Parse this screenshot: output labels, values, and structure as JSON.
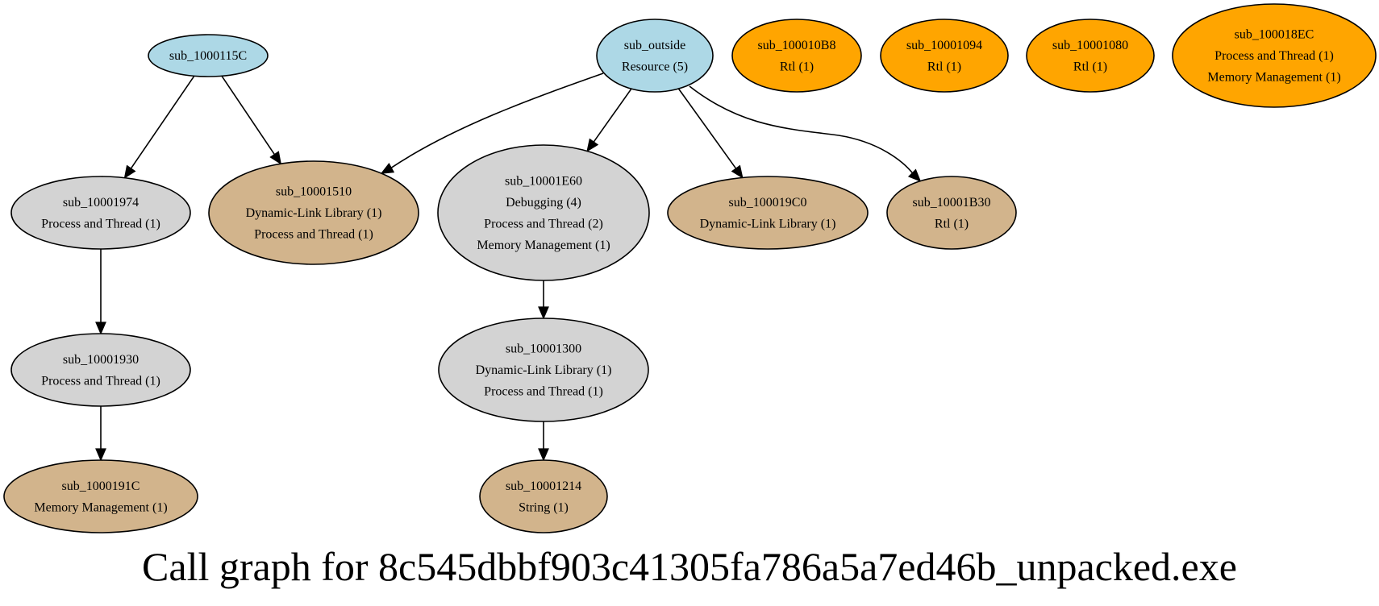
{
  "title": "Call graph for 8c545dbbf903c41305fa786a5a7ed46b_unpacked.exe",
  "colors": {
    "root": "#add8e6",
    "internal": "#d3d3d3",
    "leaf": "#d2b48c",
    "isolated": "#ffa500",
    "stroke": "#000000"
  },
  "nodes": [
    {
      "id": "sub_1000115C",
      "kind": "root",
      "lines": [
        "sub_1000115C"
      ]
    },
    {
      "id": "sub_outside",
      "kind": "root",
      "lines": [
        "sub_outside",
        "Resource (5)"
      ]
    },
    {
      "id": "sub_100010B8",
      "kind": "isolated",
      "lines": [
        "sub_100010B8",
        "Rtl (1)"
      ]
    },
    {
      "id": "sub_10001094",
      "kind": "isolated",
      "lines": [
        "sub_10001094",
        "Rtl (1)"
      ]
    },
    {
      "id": "sub_10001080",
      "kind": "isolated",
      "lines": [
        "sub_10001080",
        "Rtl (1)"
      ]
    },
    {
      "id": "sub_100018EC",
      "kind": "isolated",
      "lines": [
        "sub_100018EC",
        "Process and Thread (1)",
        "Memory Management (1)"
      ]
    },
    {
      "id": "sub_10001974",
      "kind": "internal",
      "lines": [
        "sub_10001974",
        "Process and Thread (1)"
      ]
    },
    {
      "id": "sub_10001510",
      "kind": "leaf",
      "lines": [
        "sub_10001510",
        "Dynamic-Link Library (1)",
        "Process and Thread (1)"
      ]
    },
    {
      "id": "sub_10001E60",
      "kind": "internal",
      "lines": [
        "sub_10001E60",
        "Debugging (4)",
        "Process and Thread (2)",
        "Memory Management (1)"
      ]
    },
    {
      "id": "sub_100019C0",
      "kind": "leaf",
      "lines": [
        "sub_100019C0",
        "Dynamic-Link Library (1)"
      ]
    },
    {
      "id": "sub_10001B30",
      "kind": "leaf",
      "lines": [
        "sub_10001B30",
        "Rtl (1)"
      ]
    },
    {
      "id": "sub_10001930",
      "kind": "internal",
      "lines": [
        "sub_10001930",
        "Process and Thread (1)"
      ]
    },
    {
      "id": "sub_10001300",
      "kind": "internal",
      "lines": [
        "sub_10001300",
        "Dynamic-Link Library (1)",
        "Process and Thread (1)"
      ]
    },
    {
      "id": "sub_1000191C",
      "kind": "leaf",
      "lines": [
        "sub_1000191C",
        "Memory Management (1)"
      ]
    },
    {
      "id": "sub_10001214",
      "kind": "leaf",
      "lines": [
        "sub_10001214",
        "String (1)"
      ]
    }
  ],
  "edges": [
    {
      "from": "sub_1000115C",
      "to": "sub_10001974"
    },
    {
      "from": "sub_1000115C",
      "to": "sub_10001510"
    },
    {
      "from": "sub_outside",
      "to": "sub_10001510"
    },
    {
      "from": "sub_outside",
      "to": "sub_10001E60"
    },
    {
      "from": "sub_outside",
      "to": "sub_100019C0"
    },
    {
      "from": "sub_outside",
      "to": "sub_10001B30"
    },
    {
      "from": "sub_10001974",
      "to": "sub_10001930"
    },
    {
      "from": "sub_10001930",
      "to": "sub_1000191C"
    },
    {
      "from": "sub_10001E60",
      "to": "sub_10001300"
    },
    {
      "from": "sub_10001300",
      "to": "sub_10001214"
    }
  ]
}
